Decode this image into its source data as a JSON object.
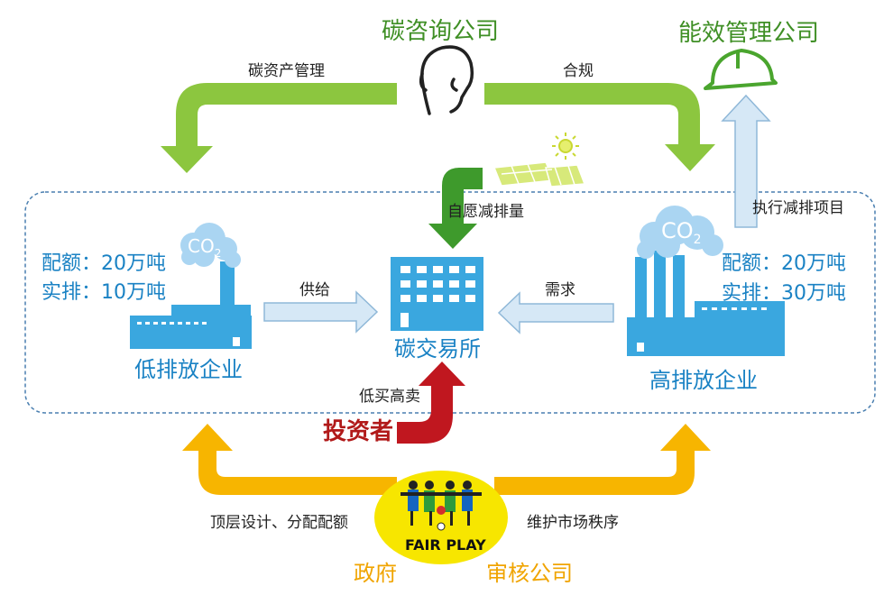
{
  "colors": {
    "green_arrow": "#8cc63f",
    "dark_green_arrow": "#3e9a2c",
    "blue": "#3aa7df",
    "light_blue": "#a9d4f0",
    "red_arrow": "#c0171f",
    "orange_arrow": "#f7b500",
    "yellow": "#f7e600"
  },
  "top": {
    "consulting": "碳咨询公司",
    "energy_mgmt": "能效管理公司",
    "asset_mgmt": "碳资产管理",
    "compliance": "合规"
  },
  "middle": {
    "voluntary": "自愿减排量",
    "execute": "执行减排项目",
    "exchange": "碳交易所",
    "supply": "供给",
    "demand": "需求",
    "buy_low": "低买高卖",
    "investor": "投资者",
    "co2": "CO",
    "co2_sub": "2"
  },
  "low_emitter": {
    "name": "低排放企业",
    "quota": "配额：20万吨",
    "actual": "实排：10万吨"
  },
  "high_emitter": {
    "name": "高排放企业",
    "quota": "配额：20万吨",
    "actual": "实排：30万吨"
  },
  "bottom": {
    "top_design": "顶层设计、分配配额",
    "maintain": "维护市场秩序",
    "fair_play": "FAIR PLAY",
    "government": "政府",
    "audit": "审核公司"
  },
  "icons": {
    "head": "person-head-icon",
    "helmet": "hard-hat-icon",
    "solar": "solar-panel-icon",
    "sun": "sun-icon",
    "building": "exchange-building-icon",
    "factory_low": "factory-icon",
    "factory_high": "factory-icon",
    "cloud": "co2-cloud-icon",
    "fair": "fair-play-icon"
  }
}
